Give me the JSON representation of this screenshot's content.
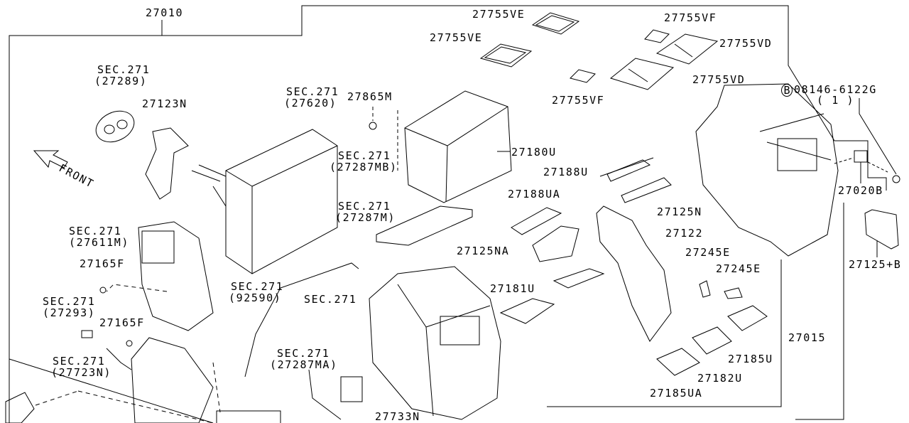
{
  "diagram": {
    "labels": {
      "assembly": "27010",
      "filter_ve_top": "27755VE",
      "filter_vf_top": "27755VF",
      "filter_ve_2": "27755VE",
      "filter_vd_1": "27755VD",
      "filter_vd_2": "27755VD",
      "filter_vf_2": "27755VF",
      "bolt": "08146-6122G",
      "bolt_marker": "B",
      "bolt_qty": "( 1 )",
      "sec_27289": "SEC.271",
      "sec_27289_ref": "(27289)",
      "p27123N": "27123N",
      "sec_27620": "SEC.271",
      "sec_27620_ref": "(27620)",
      "p27865M": "27865M",
      "p27180U": "27180U",
      "sec_27287MB": "SEC.271",
      "sec_27287MB_ref": "(27287MB)",
      "p27188U": "27188U",
      "p27020B": "27020B",
      "front": "FRONT",
      "sec_27287M": "SEC.271",
      "sec_27287M_ref": "(27287M)",
      "p27188UA": "27188UA",
      "p27125N": "27125N",
      "sec_27611M": "SEC.271",
      "sec_27611M_ref": "(27611M)",
      "p27122": "27122",
      "p27245E_1": "27245E",
      "p27125NA": "27125NA",
      "p27125B": "27125+B",
      "p27245E_2": "27245E",
      "p27165F_1": "27165F",
      "sec_92590": "SEC.271",
      "sec_92590_ref": "(92590)",
      "sec_271": "SEC.271",
      "p27181U": "27181U",
      "sec_27293": "SEC.271",
      "sec_27293_ref": "(27293)",
      "p27165F_2": "27165F",
      "p27015": "27015",
      "sec_27723N": "SEC.271",
      "sec_27723N_ref": "(27723N)",
      "sec_27287MA": "SEC.271",
      "sec_27287MA_ref": "(27287MA)",
      "p27185U": "27185U",
      "p27182U": "27182U",
      "p27185UA": "27185UA",
      "p27733N": "27733N"
    }
  }
}
